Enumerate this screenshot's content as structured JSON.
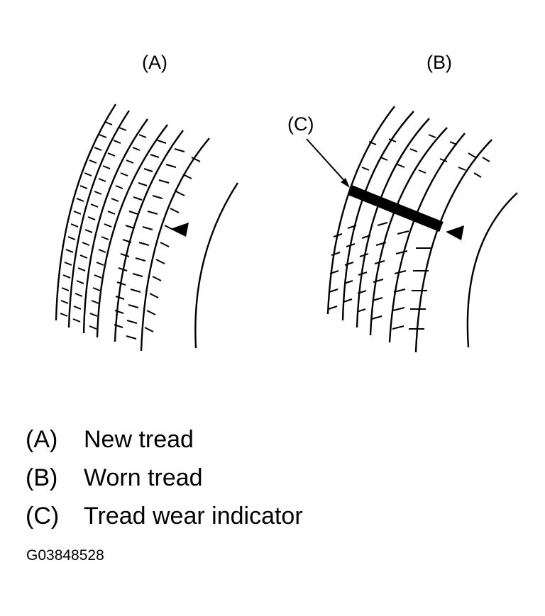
{
  "panels": {
    "a_label": "(A)",
    "b_label": "(B)"
  },
  "callout": {
    "c_label": "(C)"
  },
  "legend": [
    {
      "key": "(A)",
      "text": "New tread"
    },
    {
      "key": "(B)",
      "text": "Worn tread"
    },
    {
      "key": "(C)",
      "text": "Tread wear indicator"
    }
  ],
  "figure_id": "G03848528",
  "colors": {
    "ink": "#000000",
    "background": "#ffffff"
  }
}
